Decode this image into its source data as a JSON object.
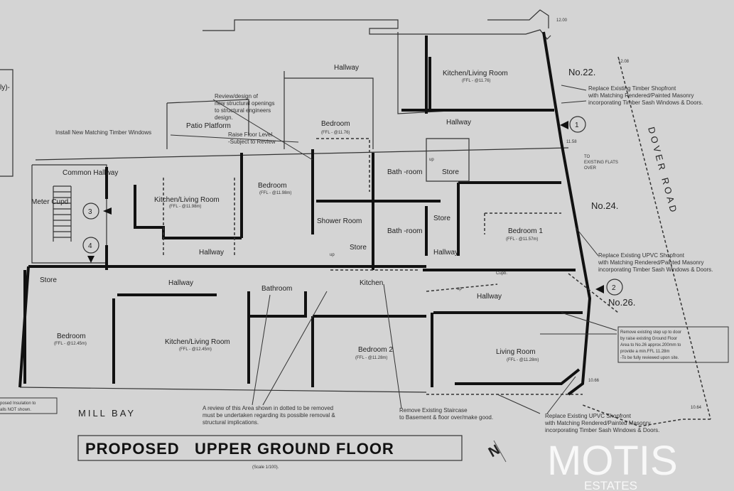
{
  "title": "PROPOSED   UPPER GROUND FLOOR",
  "scale": "(Scale 1/100).",
  "left_fragment": "ly)-",
  "insulation_note": [
    "posed  Insulation to",
    "alls NOT shown."
  ],
  "street_labels": {
    "mill_bay": "MILL  BAY",
    "dover_road": "DOVER  ROAD"
  },
  "addresses": [
    "No.22.",
    "No.24.",
    "No.26."
  ],
  "entrances": [
    "1",
    "2",
    "3",
    "4"
  ],
  "levels": [
    "12.00",
    "12.08",
    "11.58",
    "10.66",
    "10.64"
  ],
  "rooms": [
    {
      "label": "Hallway"
    },
    {
      "label": "Kitchen/Living Room",
      "ffl": "(FFL - @11.76)"
    },
    {
      "label": "Bedroom",
      "ffl": "(FFL - @11.76)"
    },
    {
      "label": "Patio Platform"
    },
    {
      "label": "Hallway"
    },
    {
      "label": "Bath -room"
    },
    {
      "label": "Store"
    },
    {
      "label": "Common Hallway"
    },
    {
      "label": "Meter Cupd"
    },
    {
      "label": "Kitchen/Living Room",
      "ffl": "(FFL - @11.98m)"
    },
    {
      "label": "Bedroom",
      "ffl": "(FFL - @11.98m)"
    },
    {
      "label": "Store"
    },
    {
      "label": "Bath -room"
    },
    {
      "label": "Bedroom 1",
      "ffl": "(FFL - @11.57m)"
    },
    {
      "label": "Shower Room"
    },
    {
      "label": "Store"
    },
    {
      "label": "Hallway"
    },
    {
      "label": "Hallway"
    },
    {
      "label": "Store"
    },
    {
      "label": "Hallway"
    },
    {
      "label": "Bathroom"
    },
    {
      "label": "Kitchen"
    },
    {
      "label": "Cupb."
    },
    {
      "label": "Hallway"
    },
    {
      "label": "Bedroom",
      "ffl": "(FFL - @12.45m)"
    },
    {
      "label": "Kitchen/Living Room",
      "ffl": "(FFL - @12.45m)"
    },
    {
      "label": "Bedroom 2",
      "ffl": "(FFL - @11.28m)"
    },
    {
      "label": "Living Room",
      "ffl": "(FFL - @11.28m)"
    }
  ],
  "notes": {
    "structural": [
      "Review/design of",
      "new structural openings",
      "to structural engineers",
      "design."
    ],
    "windows": "Install New Matching Timber Windows",
    "raise_floor": [
      "Raise Floor Level",
      "-Subject to Review"
    ],
    "shopfront_22": [
      "Replace Existing Timber Shopfront",
      "with Matching Rendered/Painted Masonry",
      "incorporating Timber Sash Windows & Doors."
    ],
    "to_flats": [
      "TO",
      "EXISTING FLATS",
      "OVER"
    ],
    "shopfront_24": [
      "Replace Existing UPVC Shopfront",
      "with Matching Rendered/Painted Masonry",
      "incorporating Timber Sash Windows & Doors."
    ],
    "step": [
      "Remove existing step up to door",
      "by raise existing Ground Floor",
      "Area to No.26 approx.200mm to",
      "provide a min.FFL 11.28m",
      "-To be fully reviewed upon site."
    ],
    "review": [
      "A review of this Area shown in dotted to be removed",
      "must be undertaken  regarding its possible removal &",
      "structural implications."
    ],
    "staircase": [
      "Remove Existing Staircase",
      "to Basement & floor over/make good."
    ],
    "shopfront_26": [
      "Replace Existing UPVC Shopfront",
      "with Matching Rendered/Painted Masonry",
      "incorporating Timber Sash Windows & Doors."
    ],
    "up": "up"
  },
  "north_arrow": "N",
  "watermark": {
    "brand": "MOTIS",
    "sub": "ESTATES"
  },
  "colors": {
    "background": "#d4d4d4",
    "lines": "#111111",
    "watermark": "#ffffff"
  }
}
